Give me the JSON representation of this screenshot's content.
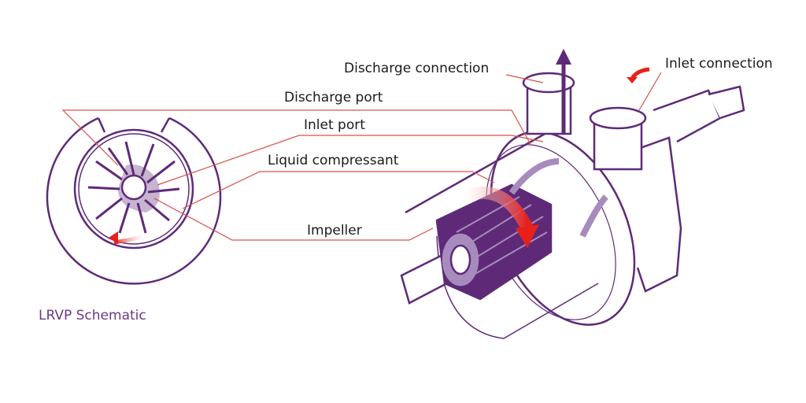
{
  "labels": {
    "discharge_connection": "Discharge connection",
    "inlet_connection": "Inlet connection",
    "discharge_port": "Discharge port",
    "inlet_port": "Inlet port",
    "liquid_compressant": "Liquid compressant",
    "impeller": "Impeller"
  },
  "caption": "LRVP Schematic",
  "colors": {
    "purple": "#5e2a78",
    "light_purple": "#a88bbd",
    "leader": "#d9504a",
    "arrow": "#e8201a"
  }
}
